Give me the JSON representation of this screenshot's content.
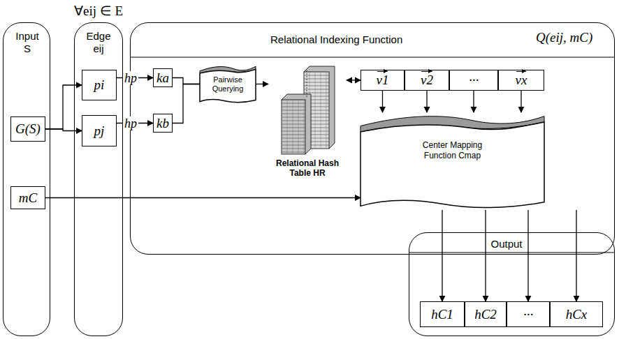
{
  "diagram": {
    "nodes": [
      {
        "text": [
          "Input S"
        ]
      },
      {
        "text": [
          "G(S)"
        ],
        "in": 0
      },
      {
        "text": [
          "mC"
        ],
        "in": 0
      },
      {
        "text": [
          "Edge eij"
        ]
      },
      {
        "text": [
          "pi"
        ],
        "in": 3
      },
      {
        "text": [
          "pj"
        ],
        "in": 3
      },
      {
        "text": [
          "Relational Indexing Function",
          "Q(eij, mC)"
        ]
      },
      {
        "text": [
          "ka"
        ],
        "in": 6
      },
      {
        "text": [
          "kb"
        ],
        "in": 6
      },
      {
        "text": [
          "Pairwise Querying"
        ],
        "in": 6
      },
      {
        "text": [
          "Relational Hash Table HR"
        ],
        "in": 6
      },
      {
        "text": [
          "v1"
        ],
        "in": 6
      },
      {
        "text": [
          "v2"
        ],
        "in": 6
      },
      {
        "text": [
          "···"
        ],
        "in": 6
      },
      {
        "text": [
          "vx"
        ],
        "in": 6
      },
      {
        "text": [
          "Center Mapping Function Cmap"
        ],
        "in": 6
      },
      {
        "text": [
          "Output"
        ]
      },
      {
        "text": [
          "hC1"
        ],
        "in": 16
      },
      {
        "text": [
          "hC2"
        ],
        "in": 16
      },
      {
        "text": [
          "···"
        ],
        "in": 16
      },
      {
        "text": [
          "hCx"
        ],
        "in": 16
      }
    ],
    "edges": [
      {
        "from": 1,
        "to": 4,
        "arrow": "to"
      },
      {
        "from": 1,
        "to": 5,
        "arrow": "to"
      },
      {
        "from": 4,
        "to": 7,
        "label": "hp",
        "arrow": "to"
      },
      {
        "from": 5,
        "to": 8,
        "label": "hp",
        "arrow": "to"
      },
      {
        "from": 7,
        "to": 9,
        "arrow": "none"
      },
      {
        "from": 8,
        "to": 9,
        "arrow": "none"
      },
      {
        "from": 9,
        "to": 10,
        "arrow": "to"
      },
      {
        "from": 10,
        "to": 11,
        "arrow": "both"
      },
      {
        "from": 11,
        "to": 15,
        "arrow": "to"
      },
      {
        "from": 12,
        "to": 15,
        "arrow": "to"
      },
      {
        "from": 13,
        "to": 15,
        "arrow": "to"
      },
      {
        "from": 14,
        "to": 15,
        "arrow": "to"
      },
      {
        "from": 2,
        "to": 15,
        "arrow": "to"
      },
      {
        "from": 15,
        "to": 17,
        "arrow": "to"
      },
      {
        "from": 15,
        "to": 18,
        "arrow": "to"
      },
      {
        "from": 15,
        "to": 19,
        "arrow": "to"
      },
      {
        "from": 15,
        "to": 20,
        "arrow": "to"
      }
    ],
    "labels": [
      "∀eij ∈ E"
    ]
  }
}
